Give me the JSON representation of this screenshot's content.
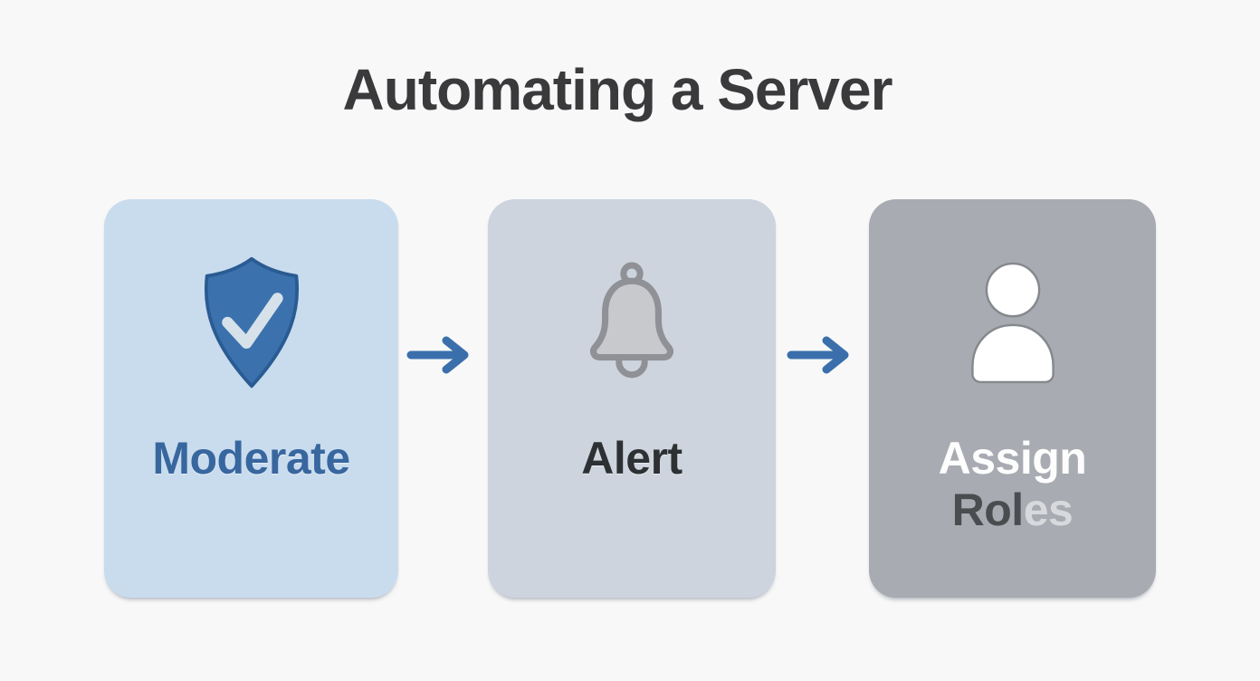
{
  "title": {
    "text": "Automating a Server",
    "color": "#3a3a3c"
  },
  "background_color": "#f8f8f8",
  "cards": [
    {
      "label": "Moderate",
      "icon": "shield-check-icon",
      "background": "#c9dcee",
      "label_color": "#38679f",
      "icon_colors": {
        "shield_fill": "#3b72ae",
        "shield_stroke": "#2a5b92",
        "checkmark": "#d7e1ea"
      }
    },
    {
      "label": "Alert",
      "icon": "bell-icon",
      "background": "#cdd4dd",
      "label_color": "#2e3134",
      "icon_colors": {
        "bell_fill": "#c7c9cd",
        "bell_stroke": "#8f9196"
      }
    },
    {
      "label": "Assign Roles",
      "label_lines": {
        "line1": "Assign",
        "line2_dark": "Rol",
        "line2_light": "es"
      },
      "icon": "person-icon",
      "background": "#a8abb1",
      "label_colors": {
        "line1": "#fdfdfd",
        "line2_dark": "#4a4c50",
        "line2_light": "#dcdde0"
      },
      "icon_colors": {
        "person_fill": "#ffffff",
        "person_stroke": "#85888d"
      }
    }
  ],
  "arrows": [
    {
      "direction": "right",
      "color": "#3a6fab"
    },
    {
      "direction": "right",
      "color": "#3a6fab"
    }
  ]
}
